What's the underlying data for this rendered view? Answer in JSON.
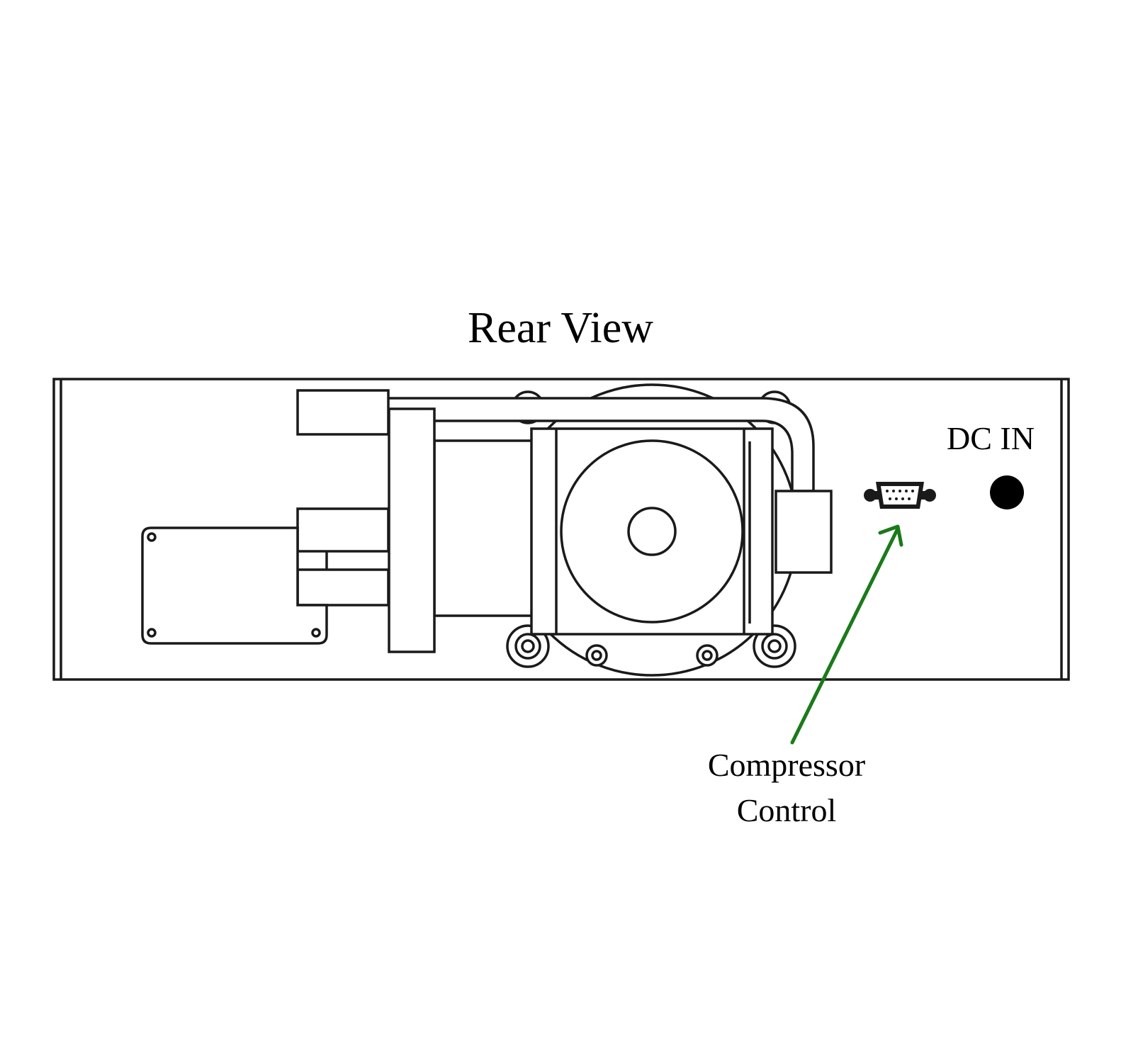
{
  "title": "Rear View",
  "labels": {
    "dc_in": "DC IN",
    "callout_line1": "Compressor",
    "callout_line2": "Control"
  },
  "colors": {
    "line": "#1a1a1a",
    "callout_arrow": "#1a7a1a",
    "background": "#ffffff"
  },
  "icons": {
    "dc_in_jack": "dc-power-jack-icon",
    "serial_port": "db9-serial-port-icon"
  }
}
